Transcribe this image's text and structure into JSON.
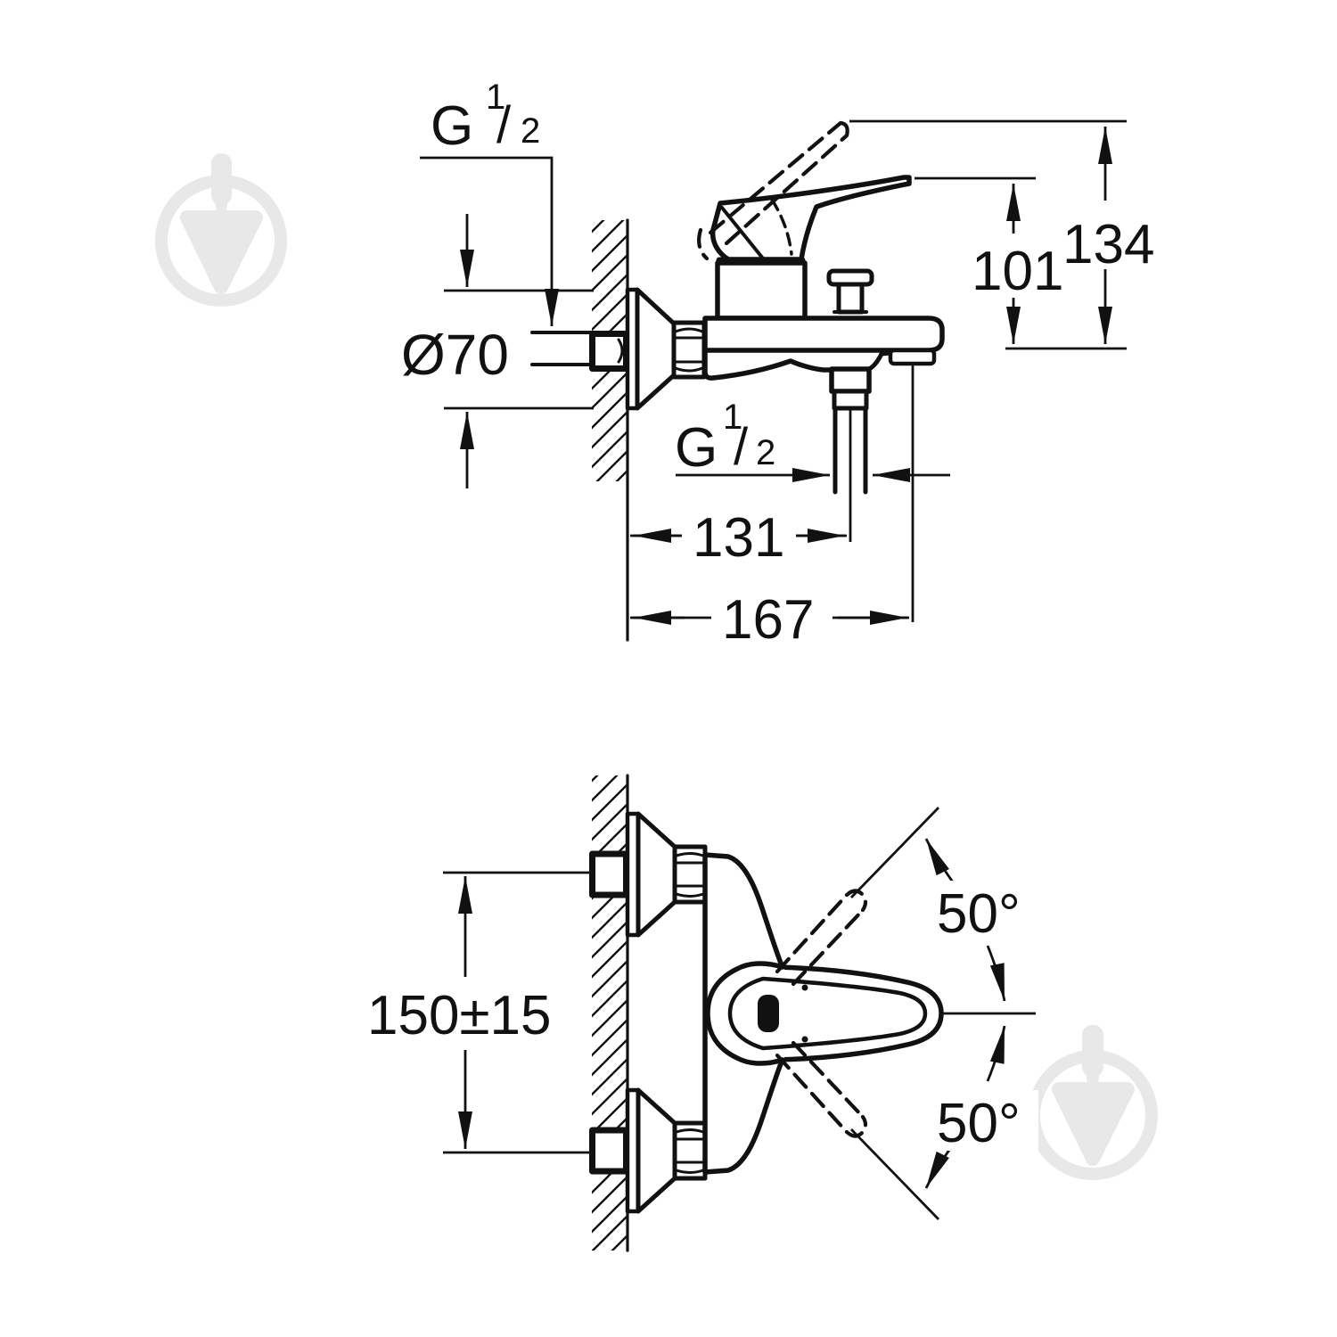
{
  "labels": {
    "thread_top": {
      "base": "G",
      "sup": "1",
      "slash": "/",
      "sub": "2"
    },
    "thread_spout": {
      "base": "G",
      "sup": "1",
      "slash": "/",
      "sub": "2"
    },
    "escutcheon_diameter": "Ø70",
    "spout_height": "101",
    "total_height": "134",
    "hose_offset": "131",
    "total_depth": "167",
    "connection_spacing": "150±15",
    "handle_angle_up": "50°",
    "handle_angle_down": "50°"
  },
  "icons": {
    "watermark": "trowel-drop-logo-icon"
  },
  "colors": {
    "line": "#111111",
    "background": "#ffffff",
    "watermark": "#e8e8e8"
  }
}
